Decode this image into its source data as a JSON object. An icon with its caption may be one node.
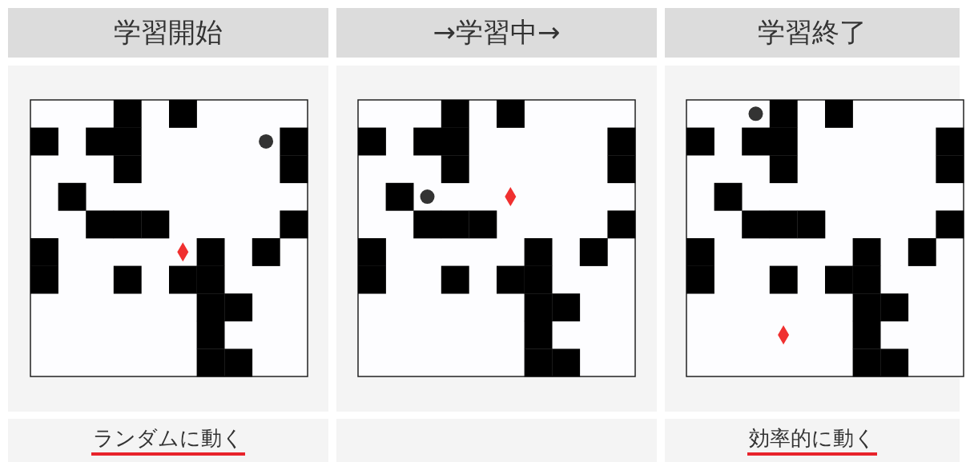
{
  "diagram": {
    "nodes": [
      {
        "text": [
          "学習開始"
        ]
      },
      {
        "text": [
          "→学習中→"
        ]
      },
      {
        "text": [
          "学習終了"
        ]
      },
      {
        "text": [
          "ランダムに動く"
        ]
      },
      {
        "text": [],
        "shape": "box"
      },
      {
        "text": [
          "効率的に動く"
        ]
      }
    ]
  }
}
